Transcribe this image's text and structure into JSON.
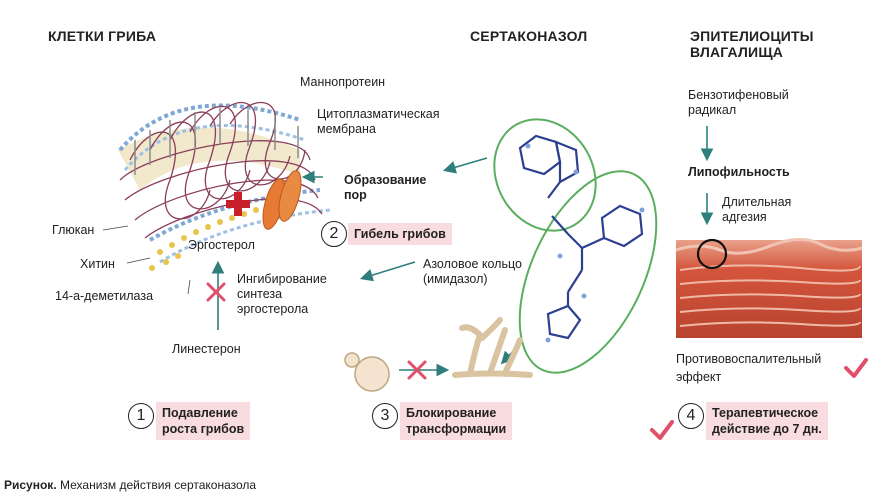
{
  "columns": {
    "fungus": "КЛЕТКИ ГРИБА",
    "drug": "СЕРТАКОНАЗОЛ",
    "epithelium": [
      "ЭПИТЕЛИОЦИТЫ",
      "ВЛАГАЛИЩА"
    ]
  },
  "fungus_labels": {
    "mannoprotein": "Маннопротеин",
    "membrane": [
      "Цитоплазматическая",
      "мембрана"
    ],
    "pore": [
      "Образование",
      "пор"
    ],
    "glucan": "Глюкан",
    "chitin": "Хитин",
    "ergosterol": "Эргостерол",
    "demethylase": "14-а-деметилаза",
    "inhibition": [
      "Ингибирование",
      "синтеза",
      "эргостерола"
    ],
    "lanosterol": "Линестерон"
  },
  "drug_labels": {
    "azole": [
      "Азоловое кольцо",
      "(имидазол)"
    ]
  },
  "epi_labels": {
    "radical": [
      "Бензотифеновый",
      "радикал"
    ],
    "lipophilicity": "Липофильность",
    "adhesion": [
      "Длительная",
      "адгезия"
    ],
    "anti_inflammatory": [
      "Противовоспалительный",
      "эффект"
    ]
  },
  "steps": [
    {
      "num": "1",
      "text": [
        "Подавление",
        "роста грибов"
      ]
    },
    {
      "num": "2",
      "text": [
        "Гибель грибов"
      ]
    },
    {
      "num": "3",
      "text": [
        "Блокирование",
        "трансформации"
      ]
    },
    {
      "num": "4",
      "text": [
        "Терапевтическое",
        "действие до 7 дн."
      ]
    }
  ],
  "caption": {
    "bold": "Рисунок.",
    "text": " Механизм действия сертаконазола"
  },
  "colors": {
    "arrow": "#2e7f7c",
    "pink_box": "#f8dcdf",
    "check": "#e0506a",
    "cross": "#e0506a",
    "molecule": "#2d3f8f",
    "ring": "#5aae5f"
  }
}
